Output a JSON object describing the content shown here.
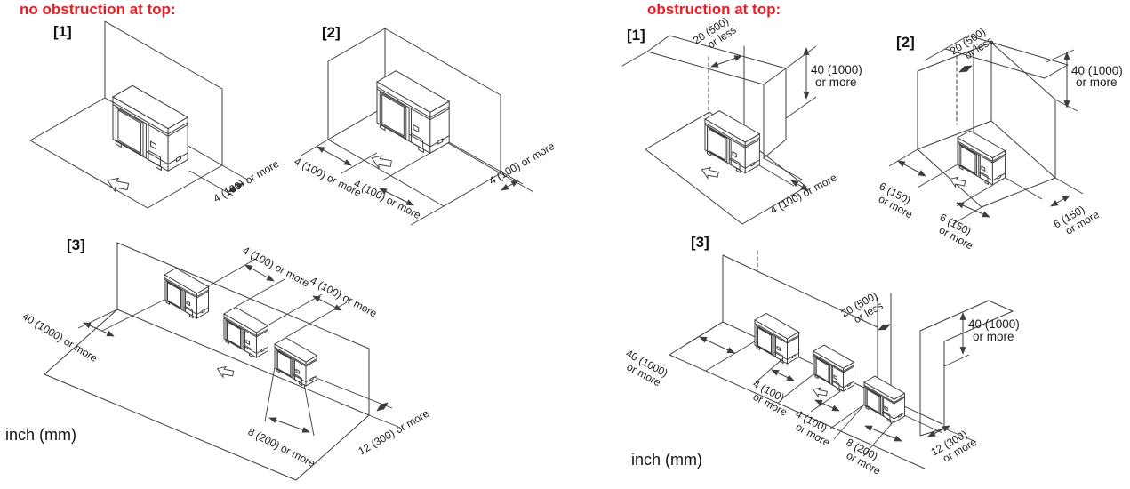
{
  "colors": {
    "accent_red": "#ec1c24",
    "line": "#3d3d3d",
    "ink": "#1c1c1c"
  },
  "left": {
    "title": "no obstruction at top:",
    "footnote": "inch (mm)",
    "diagrams": [
      {
        "tag": "[1]",
        "dims": {
          "right": "4 (100) or more"
        }
      },
      {
        "tag": "[2]",
        "dims": {
          "left": "4 (100) or more",
          "front": "4 (100) or more",
          "right": "4 (100) or more"
        }
      },
      {
        "tag": "[3]",
        "dims": {
          "side": "40 (1000) or more",
          "gap1": "4 (100) or more",
          "gap2": "4 (100) or more",
          "front": "8 (200) or more",
          "right": "12 (300) or more"
        }
      }
    ]
  },
  "right": {
    "title": "obstruction at top:",
    "footnote": "inch (mm)",
    "diagrams": [
      {
        "tag": "[1]",
        "dims": {
          "overhang_l1": "20 (500)",
          "overhang_l2": "or less",
          "height_l1": "40 (1000)",
          "height_l2": "or more",
          "right": "4 (100) or more"
        }
      },
      {
        "tag": "[2]",
        "dims": {
          "overhang_l1": "20 (500)",
          "overhang_l2": "or less",
          "height_l1": "40 (1000)",
          "height_l2": "or more",
          "left_l1": "6 (150)",
          "left_l2": "or more",
          "front_l1": "6 (150)",
          "front_l2": "or more",
          "right_l1": "6 (150)",
          "right_l2": "or more"
        }
      },
      {
        "tag": "[3]",
        "dims": {
          "side_l1": "40 (1000)",
          "side_l2": "or more",
          "gap1_l1": "4 (100)",
          "gap1_l2": "or more",
          "gap2_l1": "4 (100)",
          "gap2_l2": "or more",
          "overhang_l1": "20 (500)",
          "overhang_l2": "or less",
          "height_l1": "40 (1000)",
          "height_l2": "or more",
          "front_l1": "8 (200)",
          "front_l2": "or more",
          "right_l1": "12 (300)",
          "right_l2": "or more"
        }
      }
    ]
  }
}
